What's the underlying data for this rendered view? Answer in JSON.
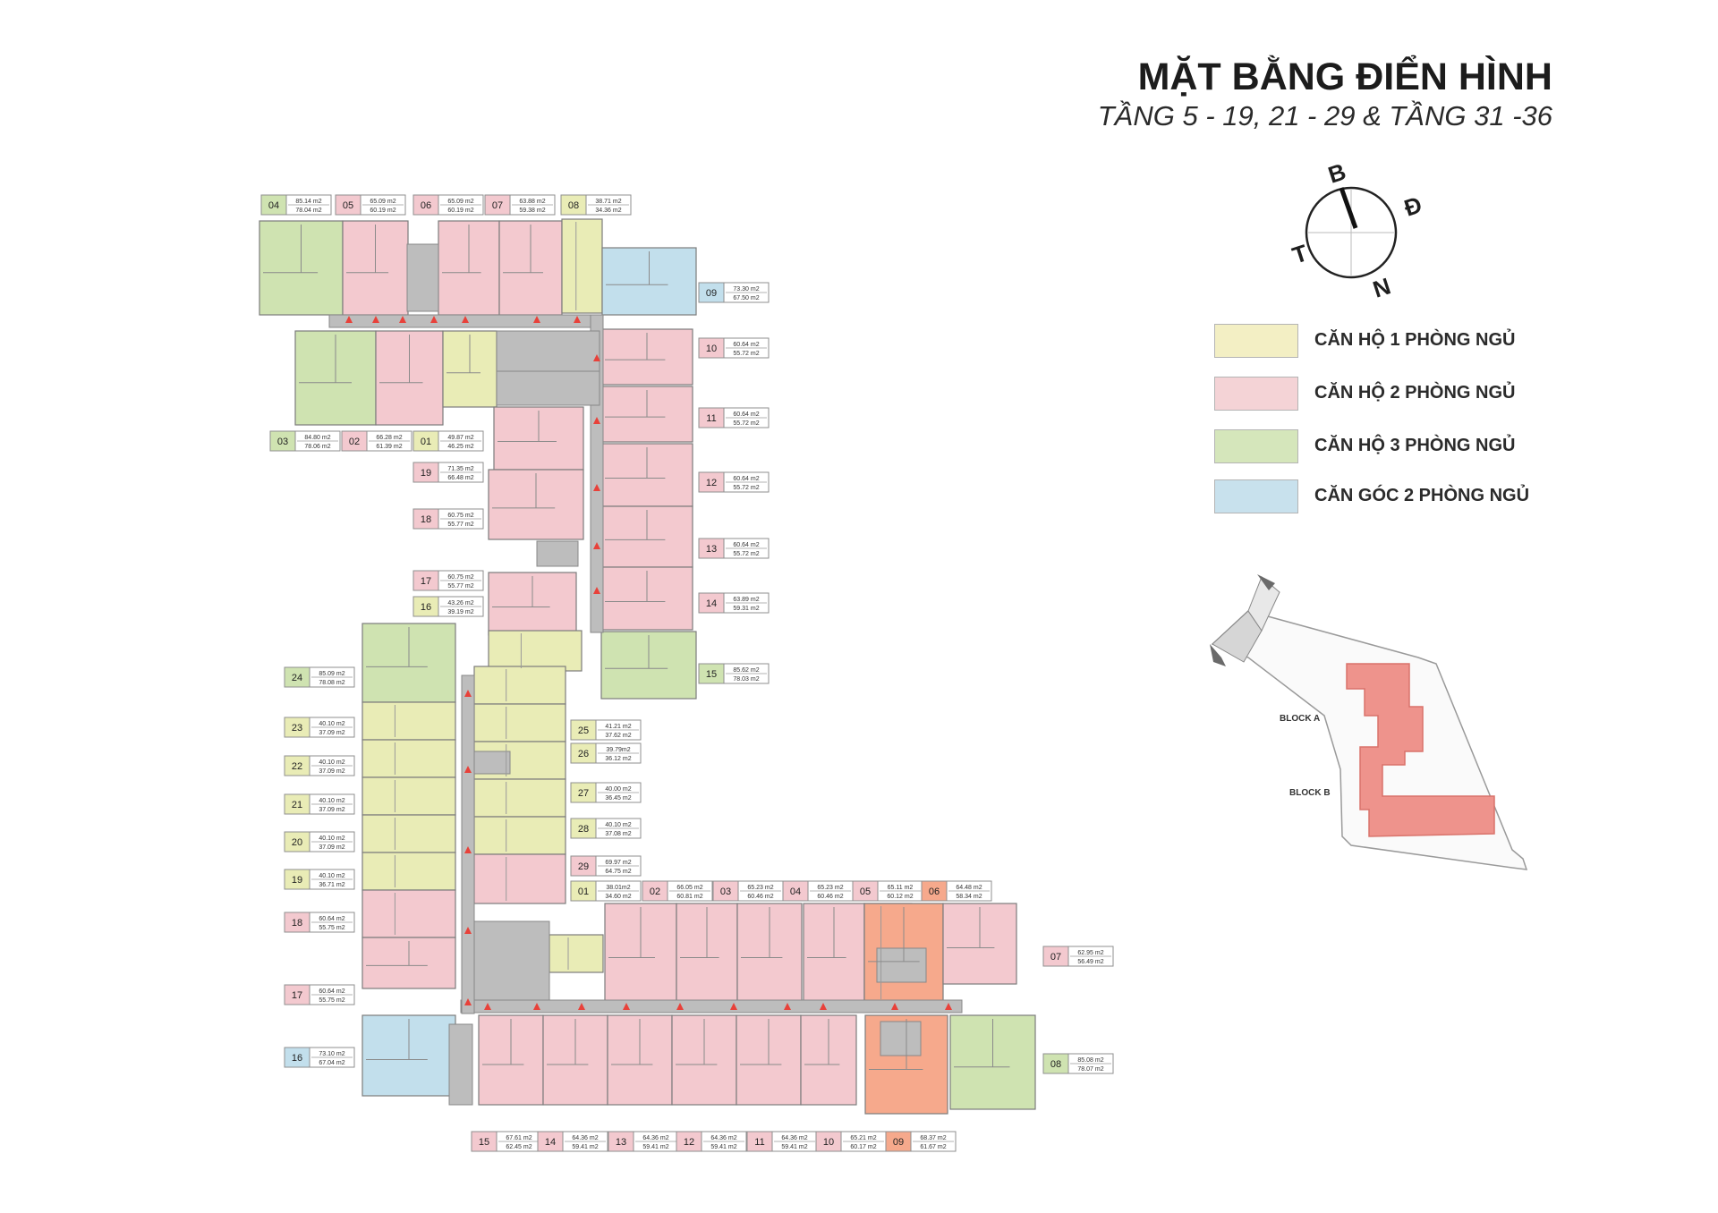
{
  "title": "MẶT BẰNG ĐIỂN HÌNH",
  "subtitle": "TẦNG 5 - 19, 21 - 29 & TẦNG 31 -36",
  "compass": {
    "north": "B",
    "east": "Đ",
    "south": "N",
    "west": "T"
  },
  "legend": [
    {
      "label": "CĂN HỘ 1 PHÒNG NGỦ",
      "color": "#f3efc4"
    },
    {
      "label": "CĂN HỘ 2 PHÒNG NGỦ",
      "color": "#f4d3d6"
    },
    {
      "label": "CĂN HỘ 3 PHÒNG NGỦ",
      "color": "#d5e6bb"
    },
    {
      "label": "CĂN GÓC 2 PHÒNG NGỦ",
      "color": "#c8e1ed"
    }
  ],
  "site_map": {
    "block_a": "BLOCK A",
    "block_b": "BLOCK B"
  },
  "colors": {
    "one_bed": "#e9ecb6",
    "two_bed": "#f3c9cf",
    "three_bed": "#cfe3b1",
    "corner": "#c2dfec",
    "special": "#f6a98c",
    "corridor": "#bdbdbd",
    "marker": "#e8413a"
  },
  "block_a_units": [
    {
      "id": "04",
      "area1": "85.14 m2",
      "area2": "78.04 m2",
      "type": "three_bed"
    },
    {
      "id": "05",
      "area1": "65.09 m2",
      "area2": "60.19 m2",
      "type": "two_bed"
    },
    {
      "id": "06",
      "area1": "65.09 m2",
      "area2": "60.19 m2",
      "type": "two_bed"
    },
    {
      "id": "07",
      "area1": "63.88 m2",
      "area2": "59.38 m2",
      "type": "two_bed"
    },
    {
      "id": "08",
      "area1": "38.71 m2",
      "area2": "34.36 m2",
      "type": "one_bed"
    },
    {
      "id": "09",
      "area1": "73.30 m2",
      "area2": "67.50 m2",
      "type": "corner"
    },
    {
      "id": "10",
      "area1": "60.64 m2",
      "area2": "55.72 m2",
      "type": "two_bed"
    },
    {
      "id": "11",
      "area1": "60.64 m2",
      "area2": "55.72 m2",
      "type": "two_bed"
    },
    {
      "id": "12",
      "area1": "60.64 m2",
      "area2": "55.72 m2",
      "type": "two_bed"
    },
    {
      "id": "13",
      "area1": "60.64 m2",
      "area2": "55.72 m2",
      "type": "two_bed"
    },
    {
      "id": "14",
      "area1": "63.89 m2",
      "area2": "59.31 m2",
      "type": "two_bed"
    },
    {
      "id": "15",
      "area1": "85.62 m2",
      "area2": "78.03 m2",
      "type": "three_bed"
    },
    {
      "id": "03",
      "area1": "84.80 m2",
      "area2": "78.06 m2",
      "type": "three_bed"
    },
    {
      "id": "02",
      "area1": "66.28 m2",
      "area2": "61.39 m2",
      "type": "two_bed"
    },
    {
      "id": "01",
      "area1": "49.87 m2",
      "area2": "46.25 m2",
      "type": "one_bed"
    },
    {
      "id": "19",
      "area1": "71.35 m2",
      "area2": "66.48 m2",
      "type": "two_bed"
    },
    {
      "id": "18",
      "area1": "60.75 m2",
      "area2": "55.77 m2",
      "type": "two_bed"
    },
    {
      "id": "17",
      "area1": "60.75 m2",
      "area2": "55.77 m2",
      "type": "two_bed"
    },
    {
      "id": "16",
      "area1": "43.26 m2",
      "area2": "39.19 m2",
      "type": "one_bed"
    }
  ],
  "block_b_units": [
    {
      "id": "24",
      "area1": "85.09 m2",
      "area2": "78.08 m2",
      "type": "three_bed"
    },
    {
      "id": "23",
      "area1": "40.10 m2",
      "area2": "37.09 m2",
      "type": "one_bed"
    },
    {
      "id": "22",
      "area1": "40.10 m2",
      "area2": "37.09 m2",
      "type": "one_bed"
    },
    {
      "id": "21",
      "area1": "40.10 m2",
      "area2": "37.09 m2",
      "type": "one_bed"
    },
    {
      "id": "20",
      "area1": "40.10 m2",
      "area2": "37.09 m2",
      "type": "one_bed"
    },
    {
      "id": "19",
      "area1": "40.10 m2",
      "area2": "36.71 m2",
      "type": "one_bed"
    },
    {
      "id": "18",
      "area1": "60.64 m2",
      "area2": "55.75 m2",
      "type": "two_bed"
    },
    {
      "id": "17",
      "area1": "60.64 m2",
      "area2": "55.75 m2",
      "type": "two_bed"
    },
    {
      "id": "16",
      "area1": "73.10 m2",
      "area2": "67.04 m2",
      "type": "corner"
    },
    {
      "id": "25",
      "area1": "41.21 m2",
      "area2": "37.62 m2",
      "type": "one_bed"
    },
    {
      "id": "26",
      "area1": "39.79m2",
      "area2": "36.12 m2",
      "type": "one_bed"
    },
    {
      "id": "27",
      "area1": "40.00 m2",
      "area2": "36.45 m2",
      "type": "one_bed"
    },
    {
      "id": "28",
      "area1": "40.10 m2",
      "area2": "37.08 m2",
      "type": "one_bed"
    },
    {
      "id": "29",
      "area1": "69.97 m2",
      "area2": "64.75 m2",
      "type": "two_bed"
    },
    {
      "id": "01",
      "area1": "38.01m2",
      "area2": "34.60 m2",
      "type": "one_bed"
    },
    {
      "id": "02",
      "area1": "66.05 m2",
      "area2": "60.81 m2",
      "type": "two_bed"
    },
    {
      "id": "03",
      "area1": "65.23 m2",
      "area2": "60.46 m2",
      "type": "two_bed"
    },
    {
      "id": "04",
      "area1": "65.23 m2",
      "area2": "60.46 m2",
      "type": "two_bed"
    },
    {
      "id": "05",
      "area1": "65.11 m2",
      "area2": "60.12 m2",
      "type": "two_bed"
    },
    {
      "id": "06",
      "area1": "64.48 m2",
      "area2": "58.34 m2",
      "type": "special"
    },
    {
      "id": "07",
      "area1": "62.95 m2",
      "area2": "56.49 m2",
      "type": "two_bed"
    },
    {
      "id": "08",
      "area1": "85.08 m2",
      "area2": "78.07 m2",
      "type": "three_bed"
    },
    {
      "id": "15",
      "area1": "67.61 m2",
      "area2": "62.45 m2",
      "type": "two_bed"
    },
    {
      "id": "14",
      "area1": "64.36 m2",
      "area2": "59.41 m2",
      "type": "two_bed"
    },
    {
      "id": "13",
      "area1": "64.36 m2",
      "area2": "59.41 m2",
      "type": "two_bed"
    },
    {
      "id": "12",
      "area1": "64.36 m2",
      "area2": "59.41 m2",
      "type": "two_bed"
    },
    {
      "id": "11",
      "area1": "64.36 m2",
      "area2": "59.41 m2",
      "type": "two_bed"
    },
    {
      "id": "10",
      "area1": "65.21 m2",
      "area2": "60.17 m2",
      "type": "two_bed"
    },
    {
      "id": "09",
      "area1": "68.37 m2",
      "area2": "61.67 m2",
      "type": "special"
    }
  ]
}
